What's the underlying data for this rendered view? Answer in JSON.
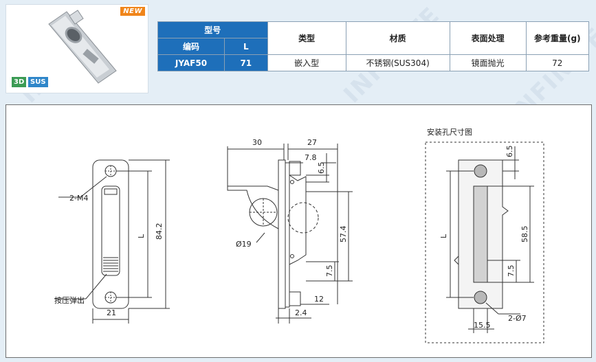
{
  "product": {
    "new_badge": "NEW",
    "badge_3d": "3D",
    "badge_sus": "SUS",
    "watermark": "INFINITE"
  },
  "spec_table": {
    "header_model": "型号",
    "header_code": "编码",
    "header_l": "L",
    "header_type": "类型",
    "header_material": "材质",
    "header_surface": "表面处理",
    "header_weight": "参考重量(g)",
    "row": {
      "code": "JYAF50",
      "l": "71",
      "type": "嵌入型",
      "material": "不锈钢(SUS304)",
      "surface": "镜面抛光",
      "weight": "72"
    }
  },
  "drawing": {
    "front": {
      "label_screws": "2-M4",
      "label_push": "按压弹出",
      "dim_width": "21",
      "dim_l": "L",
      "dim_height": "84.2"
    },
    "side": {
      "dim_30": "30",
      "dim_27": "27",
      "dim_7_8": "7.8",
      "dim_6_5": "6.5",
      "dim_57_4": "57.4",
      "dim_7_5": "7.5",
      "dim_dia19": "Ø19",
      "dim_12": "12",
      "dim_2_4": "2.4"
    },
    "cutout": {
      "title": "安装孔尺寸图",
      "dim_6_5": "6.5",
      "dim_l": "L",
      "dim_58_5": "58.5",
      "dim_7_5": "7.5",
      "dim_holes": "2-Ø7",
      "dim_15_5": "15.5"
    }
  }
}
